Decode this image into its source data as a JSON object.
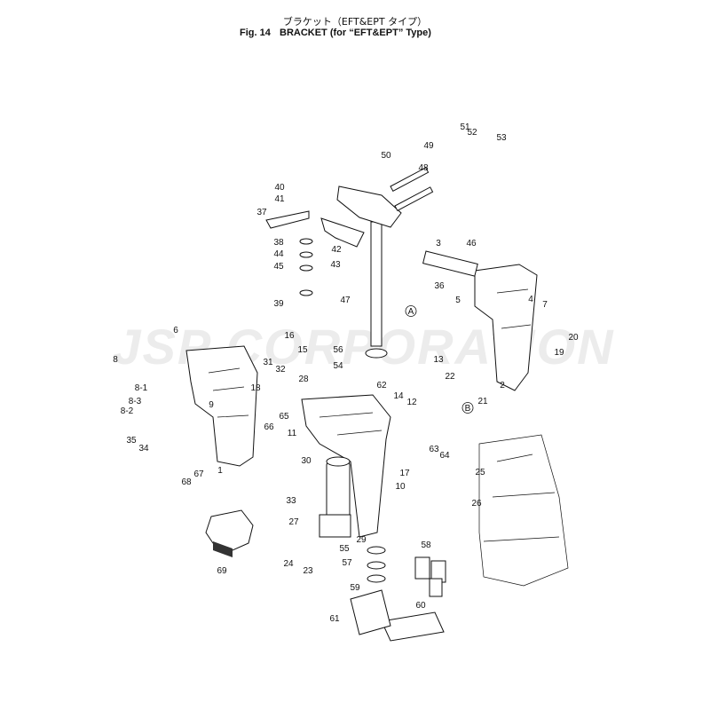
{
  "title": {
    "jp": "ブラケット（EFT&EPT タイプ）",
    "fig": "Fig. 14",
    "en": "BRACKET (for “EFT&EPT” Type)"
  },
  "watermark": "JSP CORPORATION",
  "callouts": [
    "1",
    "2",
    "3",
    "4",
    "5",
    "6",
    "7",
    "8",
    "8-1",
    "8-2",
    "8-3",
    "9",
    "10",
    "11",
    "12",
    "13",
    "14",
    "15",
    "16",
    "17",
    "18",
    "19",
    "20",
    "21",
    "22",
    "23",
    "24",
    "25",
    "26",
    "27",
    "28",
    "29",
    "30",
    "31",
    "32",
    "33",
    "34",
    "35",
    "36",
    "37",
    "38",
    "39",
    "40",
    "41",
    "42",
    "43",
    "44",
    "45",
    "46",
    "47",
    "48",
    "49",
    "50",
    "51",
    "52",
    "53",
    "54",
    "55",
    "56",
    "57",
    "58",
    "59",
    "60",
    "61",
    "62",
    "63",
    "64",
    "65",
    "66",
    "67",
    "68",
    "69",
    "A",
    "B"
  ]
}
